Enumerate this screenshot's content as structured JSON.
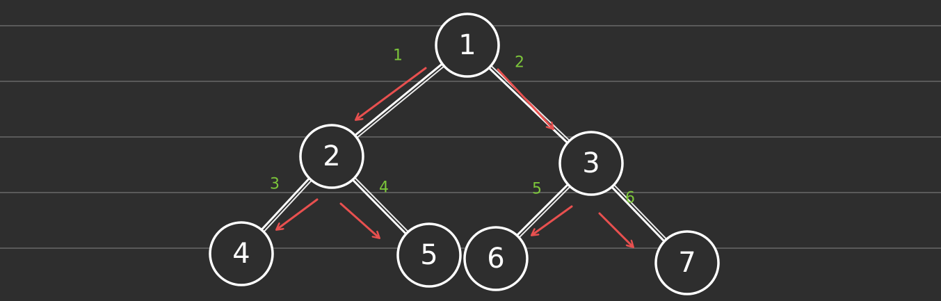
{
  "colors": {
    "background": "#2e2e2e",
    "ruled_line": "#5a5a5a",
    "node_stroke": "#ffffff",
    "edge": "#ffffff",
    "arrow": "#e8504f",
    "step_label": "#7cc63a"
  },
  "tree": {
    "nodes": [
      {
        "id": "n1",
        "label": "1"
      },
      {
        "id": "n2",
        "label": "2"
      },
      {
        "id": "n3",
        "label": "3"
      },
      {
        "id": "n4",
        "label": "4"
      },
      {
        "id": "n5",
        "label": "5"
      },
      {
        "id": "n6",
        "label": "6"
      },
      {
        "id": "n7",
        "label": "7"
      }
    ],
    "edges": [
      {
        "from": "n1",
        "to": "n2"
      },
      {
        "from": "n1",
        "to": "n3"
      },
      {
        "from": "n2",
        "to": "n4"
      },
      {
        "from": "n2",
        "to": "n5"
      },
      {
        "from": "n3",
        "to": "n6"
      },
      {
        "from": "n3",
        "to": "n7"
      }
    ]
  },
  "traversal_steps": [
    {
      "label": "1",
      "from": "n1",
      "to": "n2"
    },
    {
      "label": "2",
      "from": "n1",
      "to": "n3"
    },
    {
      "label": "3",
      "from": "n2",
      "to": "n4"
    },
    {
      "label": "4",
      "from": "n2",
      "to": "n5"
    },
    {
      "label": "5",
      "from": "n3",
      "to": "n6"
    },
    {
      "label": "6",
      "from": "n3",
      "to": "n7"
    }
  ]
}
